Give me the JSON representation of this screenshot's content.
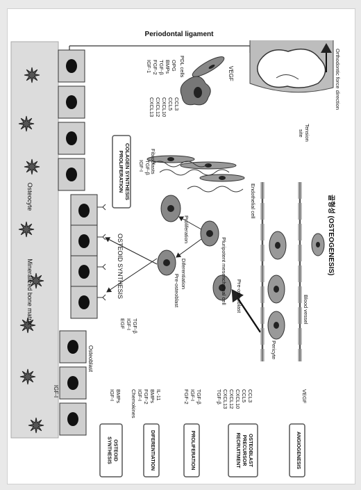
{
  "title": "골형성 (OSTEOGENESIS)",
  "header": {
    "periodontal_ligament": "Periodontal ligament"
  },
  "tooth": {
    "force_label": "Orthodontic force direction",
    "tension_label": "Tension site"
  },
  "ligament_cells": {
    "vegf": "VEGF",
    "pdl_cells": "PDL cells",
    "factors_a": [
      "OPG",
      "BMPs",
      "TGF-β",
      "FGF-2",
      "IGF-1"
    ],
    "factors_b": [
      "CCL3",
      "CCL5",
      "CXCL10",
      "CXCL12",
      "CXCL13"
    ]
  },
  "fibroblasts": {
    "label": "Fibroblasts",
    "factors": [
      "TGF-β",
      "IGF-I"
    ]
  },
  "boxes": {
    "proliferation_collagen": [
      "PROLIFERATION",
      "COLAGEN SYNTHESIS"
    ]
  },
  "bone": {
    "osteocyte": "Osteocyte",
    "osteoid_synthesis": "OSTEOID SYNTHESIS",
    "mineralized_matrix": "Mineralized bone matrix",
    "osteoblast": "Osteoblast",
    "igf": "IGF-I"
  },
  "vessel": {
    "endothelial": "Endothelial cell",
    "blood_vessel": "Blood vessel",
    "pericyte": "Pericyte"
  },
  "cells": {
    "msc": "Pluripotent mesenchymal cell",
    "proliferation": "Proliferation",
    "differentiation": "Diferentiation",
    "pre_osteoblast_1": "Pre-osteoblast",
    "pre_osteoblast_2": "Pre-osteoblast",
    "osteoblast_factors": [
      "TGF-β",
      "IGF-I",
      "EGF"
    ]
  },
  "legend": [
    {
      "factors": [
        "VEGF"
      ],
      "box": [
        "ANGIOGENESIS"
      ]
    },
    {
      "factors": [
        "CCL3",
        "CCL5",
        "CXCL10",
        "CXCL12",
        "CXCL13",
        "TGF-β"
      ],
      "box": [
        "OSTEOBLAST",
        "PRECURSOR",
        "RECRUITMENT"
      ]
    },
    {
      "factors": [
        "TGF-β",
        "IGF-I",
        "FGF-2"
      ],
      "box": [
        "PROLIFERATION"
      ]
    },
    {
      "factors": [
        "IL-11",
        "BMPs",
        "FGF-2",
        "IGF-I",
        "Chemokines"
      ],
      "box": [
        "DIFERENTIATION"
      ]
    },
    {
      "factors": [
        "BMPs",
        "IGF-I"
      ],
      "box": [
        "OSTEOID",
        "SYNTHESIS"
      ]
    }
  ]
}
